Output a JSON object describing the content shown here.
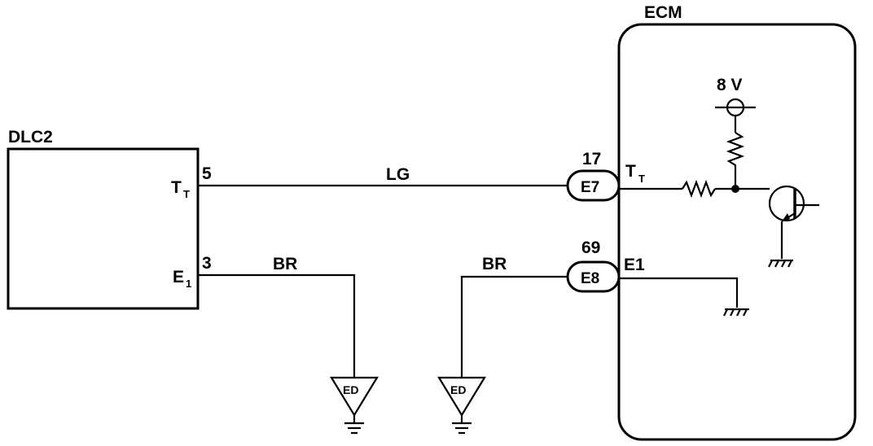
{
  "dlc2": {
    "title": "DLC2",
    "pins": [
      {
        "symbol": "T",
        "subscript": "T",
        "number": "5"
      },
      {
        "symbol": "E",
        "subscript": "1",
        "number": "3"
      }
    ]
  },
  "ecm": {
    "title": "ECM",
    "supply": "8 V",
    "pins": [
      {
        "symbol": "T",
        "subscript": "T"
      },
      {
        "symbol": "E1",
        "subscript": ""
      }
    ]
  },
  "wires": [
    {
      "color": "LG"
    },
    {
      "color": "BR"
    },
    {
      "color": "BR"
    }
  ],
  "connectors": [
    {
      "name": "E7",
      "pin": "17"
    },
    {
      "name": "E8",
      "pin": "69"
    }
  ],
  "grounds": [
    {
      "label": "ED"
    },
    {
      "label": "ED"
    }
  ]
}
